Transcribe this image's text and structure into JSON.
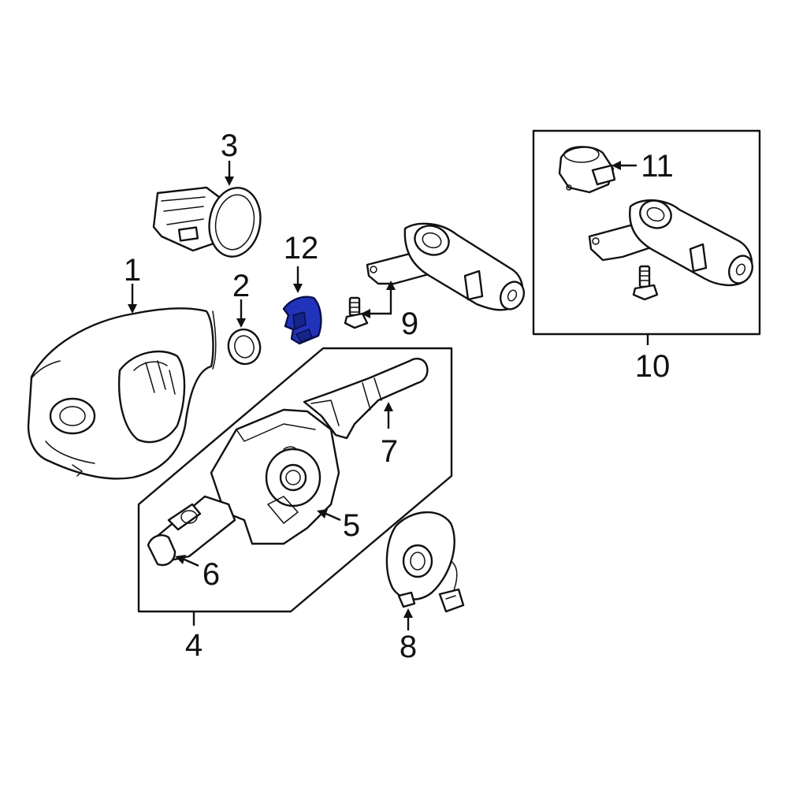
{
  "callouts": [
    {
      "id": "1",
      "label": "1"
    },
    {
      "id": "2",
      "label": "2"
    },
    {
      "id": "3",
      "label": "3"
    },
    {
      "id": "4",
      "label": "4"
    },
    {
      "id": "5",
      "label": "5"
    },
    {
      "id": "6",
      "label": "6"
    },
    {
      "id": "7",
      "label": "7"
    },
    {
      "id": "8",
      "label": "8"
    },
    {
      "id": "9",
      "label": "9"
    },
    {
      "id": "10",
      "label": "10"
    },
    {
      "id": "11",
      "label": "11"
    },
    {
      "id": "12",
      "label": "12"
    }
  ],
  "colors": {
    "highlight": "#2233bb",
    "line": "#111111",
    "background": "#ffffff"
  },
  "highlighted_part": "12"
}
